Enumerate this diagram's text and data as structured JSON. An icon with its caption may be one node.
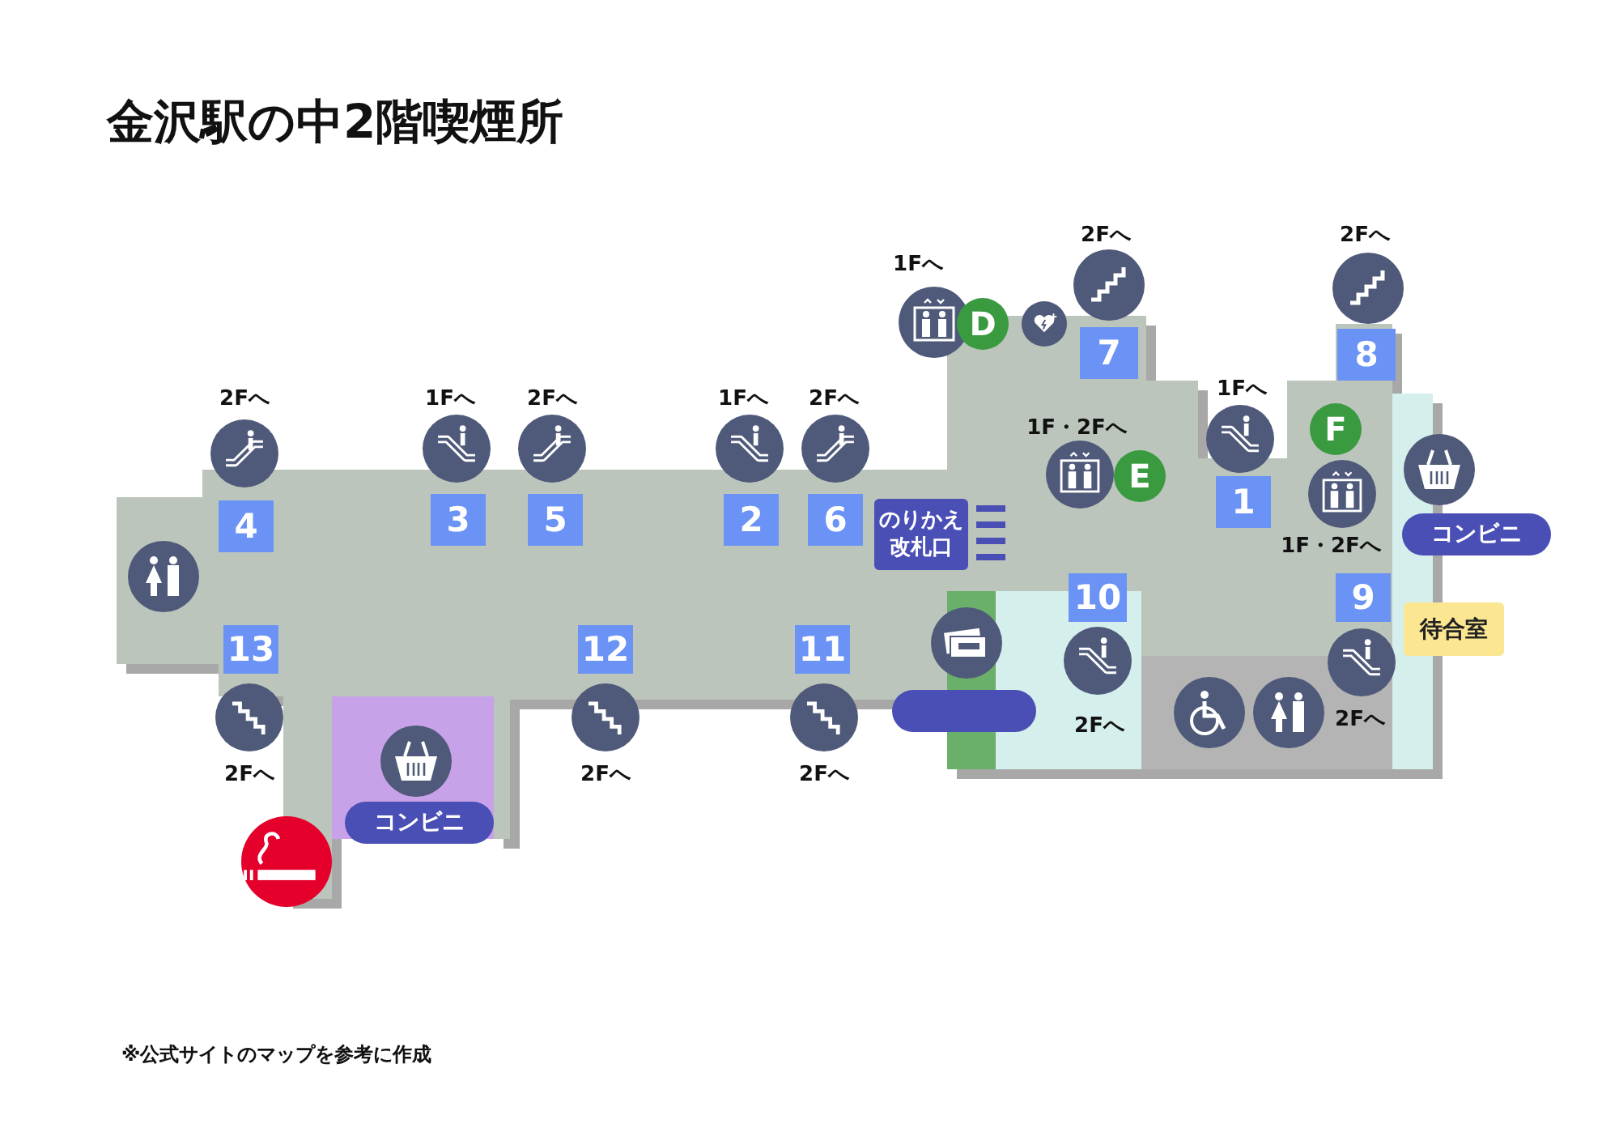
{
  "diagram": {
    "title": "金沢駅の中2階喫煙所",
    "nodes": [
      {
        "text": [
          "D"
        ]
      },
      {
        "text": [
          "7"
        ]
      },
      {
        "text": [
          "8"
        ]
      },
      {
        "text": [
          "F"
        ]
      },
      {
        "text": [
          "E"
        ]
      },
      {
        "text": [
          "1"
        ]
      },
      {
        "text": [
          "4"
        ]
      },
      {
        "text": [
          "3"
        ]
      },
      {
        "text": [
          "5"
        ]
      },
      {
        "text": [
          "2"
        ]
      },
      {
        "text": [
          "6"
        ]
      },
      {
        "text": [
          "のりかえ改札口"
        ]
      },
      {
        "text": [
          "コンビニ"
        ]
      },
      {
        "text": [
          "10"
        ]
      },
      {
        "text": [
          "9"
        ]
      },
      {
        "text": [
          "待合室"
        ]
      },
      {
        "text": [
          "13"
        ]
      },
      {
        "text": [
          "12"
        ]
      },
      {
        "text": [
          "11"
        ]
      },
      {
        "text": [],
        "shape": "box"
      },
      {
        "text": [
          "コンビニ"
        ]
      }
    ],
    "edges": [],
    "labels": [
      "1Fへ",
      "2Fへ",
      "2Fへ",
      "2Fへ",
      "1Fへ",
      "2Fへ",
      "1Fへ",
      "2Fへ",
      "1Fへ",
      "1F・2Fへ",
      "1F・2Fへ",
      "2Fへ",
      "2Fへ",
      "2Fへ",
      "2Fへ",
      "2Fへ",
      "※公式サイトのマップを参考に作成"
    ]
  }
}
